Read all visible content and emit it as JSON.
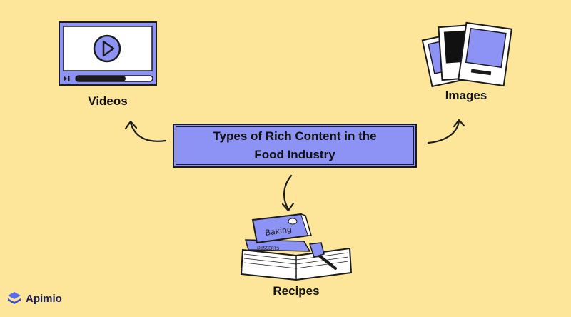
{
  "center": {
    "line1": "Types of Rich Content in the",
    "line2": "Food Industry"
  },
  "nodes": {
    "videos": "Videos",
    "images": "Images",
    "recipes": "Recipes"
  },
  "book": {
    "cover_text": "Baking",
    "spine_text": "DESSERTS"
  },
  "brand": {
    "name": "Apimio"
  },
  "colors": {
    "background": "#fde69a",
    "accent": "#8c93f5",
    "outline": "#1b1b1b"
  }
}
